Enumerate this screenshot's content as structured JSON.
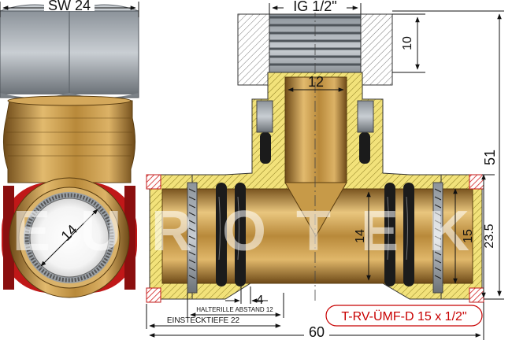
{
  "drawing": {
    "watermark": "EUROTEK",
    "product_code": "T-RV-ÜMF-D 15 x 1/2\"",
    "labels": {
      "sw": "SW 24",
      "ig": "IG 1/2\"",
      "thread_depth": "10",
      "bore": "12",
      "pipe_inner_side": "14",
      "pipe_inner": "14",
      "pipe_outer": "15",
      "overall_height": "51",
      "centre_height": "23.5",
      "groove": "4",
      "halterille": "HALTERILLE ABSTAND 12",
      "einstecktiefe": "EINSTECKTIEFE 22",
      "overall_length": "60"
    }
  },
  "colors": {
    "brass_light": "#e8c37a",
    "brass": "#b58a3c",
    "brass_dark": "#6e4d1a",
    "hatch_fill": "#f2e27a",
    "steel": "#a7adb4",
    "steel_dark": "#6e747a",
    "red_ring": "#d11c1c",
    "oring": "#1b1b1b",
    "accent_red": "#c80000"
  }
}
